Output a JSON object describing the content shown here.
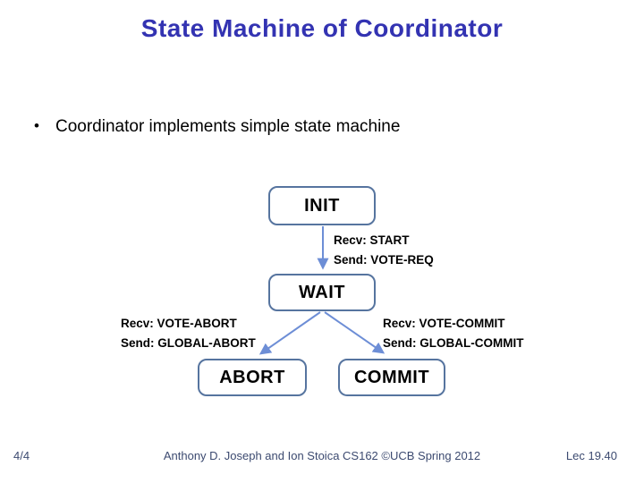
{
  "title": "State Machine of Coordinator",
  "bullet": {
    "marker": "•",
    "text": "Coordinator implements simple state machine"
  },
  "diagram": {
    "states": {
      "init": "INIT",
      "wait": "WAIT",
      "abort": "ABORT",
      "commit": "COMMIT"
    },
    "transitions": {
      "init_to_wait": {
        "recv": "Recv: START",
        "send": "Send: VOTE-REQ"
      },
      "wait_to_abort": {
        "recv": "Recv: VOTE-ABORT",
        "send": "Send: GLOBAL-ABORT"
      },
      "wait_to_commit": {
        "recv": "Recv: VOTE-COMMIT",
        "send": "Send: GLOBAL-COMMIT"
      }
    }
  },
  "footer": {
    "page": "4/4",
    "credit": "Anthony D. Joseph and Ion Stoica CS162 ©UCB Spring 2012",
    "lecture": "Lec 19.40"
  },
  "colors": {
    "title_blue": "#3333B2",
    "box_border": "#56749F",
    "arrow_blue": "#6D8ED6",
    "footer_navy": "#3C4A70",
    "body_text": "#000000",
    "background": "#FFFFFF"
  }
}
